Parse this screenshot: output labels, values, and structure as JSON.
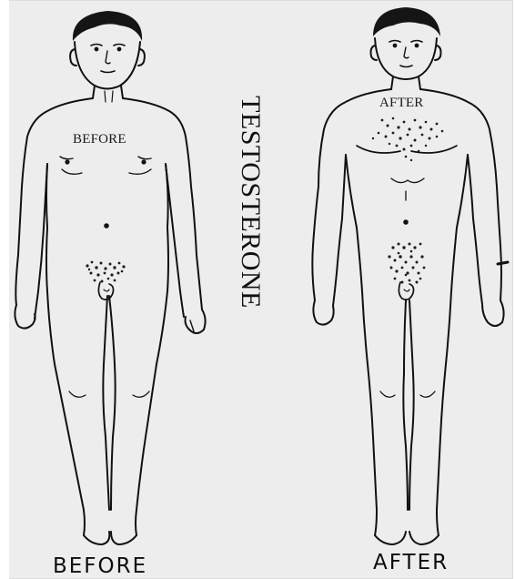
{
  "title": "TESTOSTERONE",
  "figure_labels": {
    "before_inline": "BEFORE",
    "after_inline": "AFTER"
  },
  "captions": {
    "before": "BEFORE",
    "after": "AFTER"
  },
  "colors": {
    "paper": "#ededed",
    "ink": "#111111"
  }
}
